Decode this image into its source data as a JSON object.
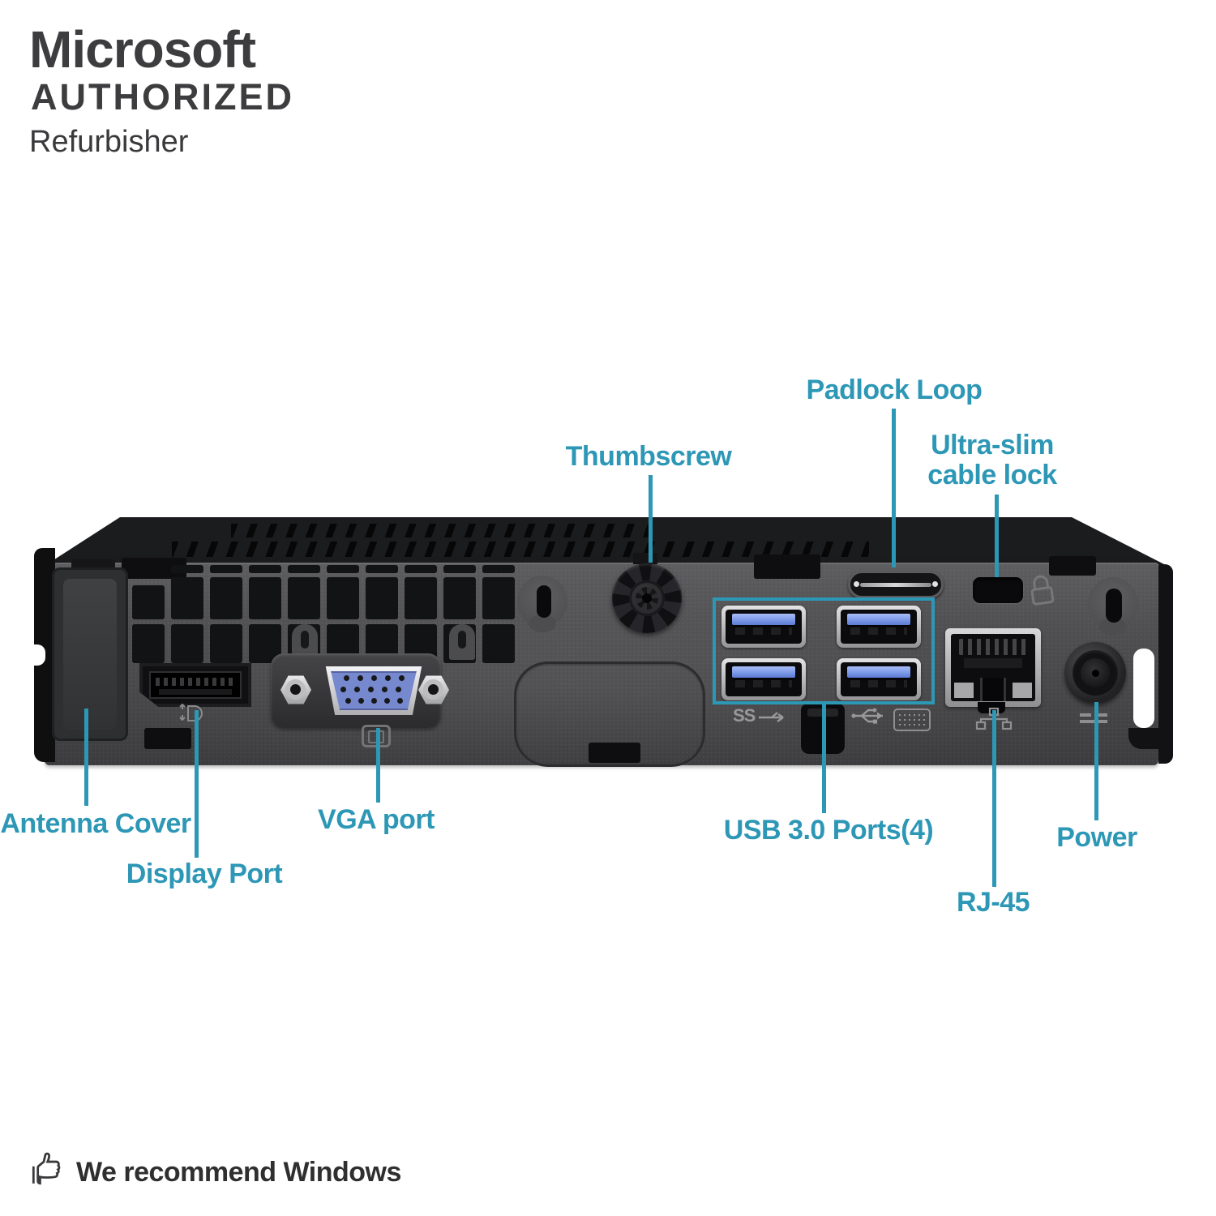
{
  "logo": {
    "brand": "Microsoft",
    "program": "AUTHORIZED",
    "role": "Refurbisher"
  },
  "callouts": {
    "thumbscrew": "Thumbscrew",
    "padlock_loop": "Padlock Loop",
    "cable_lock_line1": "Ultra-slim",
    "cable_lock_line2": "cable lock",
    "antenna_cover": "Antenna Cover",
    "display_port": "Display Port",
    "vga_port": "VGA port",
    "usb_ports": "USB 3.0 Ports(4)",
    "rj45": "RJ-45",
    "power": "Power"
  },
  "device_icons": {
    "superspeed_usb_text": "SS",
    "names": [
      "displayport-icon",
      "vga-monitor-icon",
      "superspeed-usb-icon",
      "usb-trident-icon",
      "keyboard-icon",
      "ethernet-icon",
      "dc-power-icon",
      "padlock-icon",
      "thumbs-up-icon"
    ]
  },
  "footer": {
    "tagline": "We recommend Windows"
  },
  "colors": {
    "accent": "#2D97B6",
    "usb_tongue": "#7D9AE8",
    "vga_insert": "#7689CE",
    "logo_text": "#3D3D3F",
    "footer_text": "#2F2F2F"
  }
}
